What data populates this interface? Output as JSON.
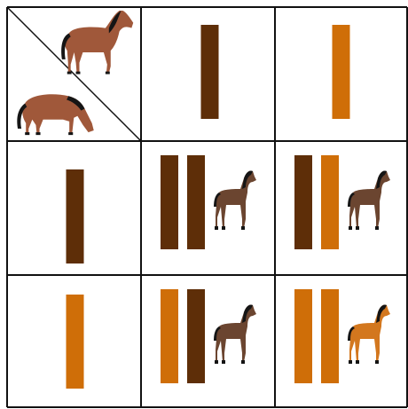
{
  "colors": {
    "dark_allele": "#5e2e08",
    "light_allele": "#cf6e08",
    "adult_coat": "#a0583a",
    "adult_mane": "#151515",
    "foal_dark_coat": "#6b4530",
    "foal_light_coat": "#d3771e",
    "grid_line": "#111111",
    "background": "#ffffff"
  },
  "parents": {
    "top": {
      "icon": "standing-horse-icon",
      "gametes": [
        "dark",
        "light"
      ]
    },
    "left": {
      "icon": "grazing-horse-icon",
      "gametes": [
        "dark",
        "light"
      ]
    }
  },
  "offspring": [
    {
      "genotype": [
        "dark",
        "dark"
      ],
      "foal_color": "dark",
      "icon": "foal-icon"
    },
    {
      "genotype": [
        "dark",
        "light"
      ],
      "foal_color": "dark",
      "icon": "foal-icon"
    },
    {
      "genotype": [
        "light",
        "dark"
      ],
      "foal_color": "dark",
      "icon": "foal-icon"
    },
    {
      "genotype": [
        "light",
        "light"
      ],
      "foal_color": "light",
      "icon": "foal-icon"
    }
  ]
}
